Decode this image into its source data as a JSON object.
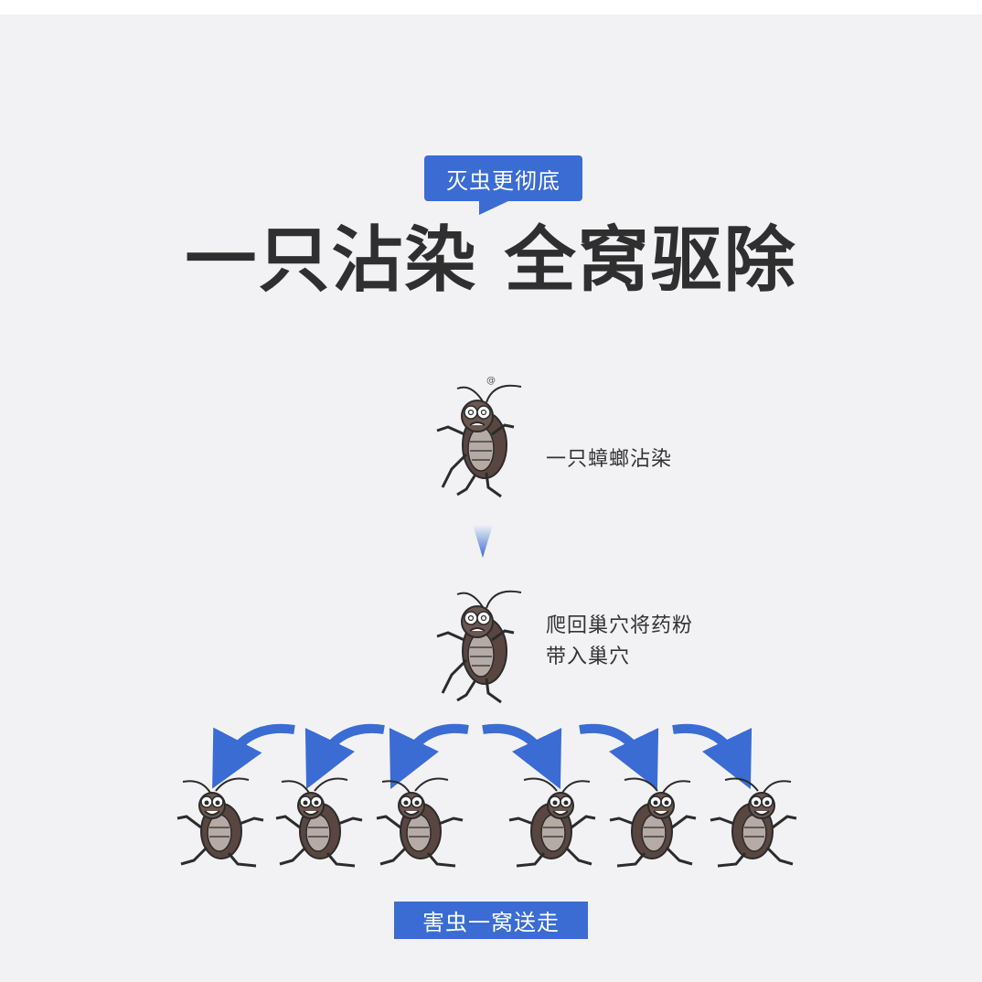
{
  "bubble": {
    "text": "灭虫更彻底"
  },
  "headline": {
    "text": "一只沾染 全窝驱除"
  },
  "steps": [
    {
      "lines": [
        "一只蟑螂沾染"
      ]
    },
    {
      "lines": [
        "爬回巢穴将药粉",
        "带入巢穴"
      ]
    }
  ],
  "footer": {
    "text": "害虫一窝送走"
  },
  "colors": {
    "accent": "#3a6cd4",
    "background": "#f2f2f4",
    "headline": "#2f2f2f",
    "roach_body": "#5a4640"
  },
  "icons": [
    "cockroach-icon",
    "down-arrow-icon",
    "curved-arrow-icon"
  ]
}
